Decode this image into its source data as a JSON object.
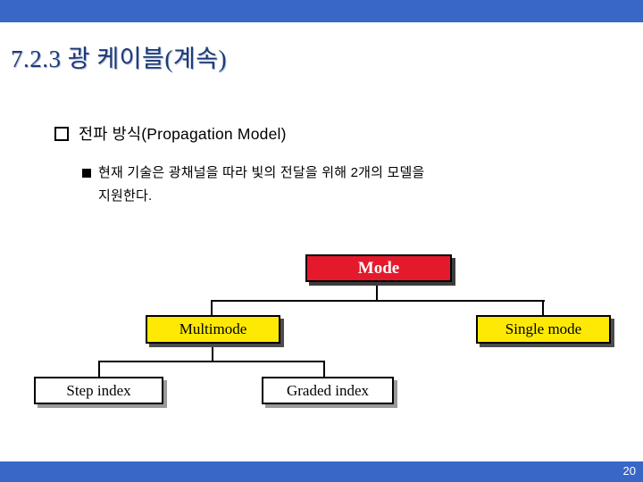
{
  "slide": {
    "title": "7.2.3 광 케이블(계속)",
    "bullet": "전파 방식(Propagation Model)",
    "sub_bullet_lines": [
      "현재 기술은 광채널을 따라 빛의 전달을 위해 2개의 모델을",
      "지원한다."
    ],
    "page_number": "20"
  },
  "diagram": {
    "type": "tree",
    "root": "Mode",
    "level2": [
      "Multimode",
      "Single mode"
    ],
    "level3_under_multimode": [
      "Step index",
      "Graded index"
    ]
  },
  "theme": {
    "bar_color": "#3867c8",
    "title_color": "#1f3a73",
    "root_node_bg": "#e5192c",
    "root_node_text": "#ffffff",
    "level2_node_bg": "#fde903",
    "level3_node_bg": "#ffffff",
    "node_border_color": "#000000",
    "background": "#ffffff"
  }
}
